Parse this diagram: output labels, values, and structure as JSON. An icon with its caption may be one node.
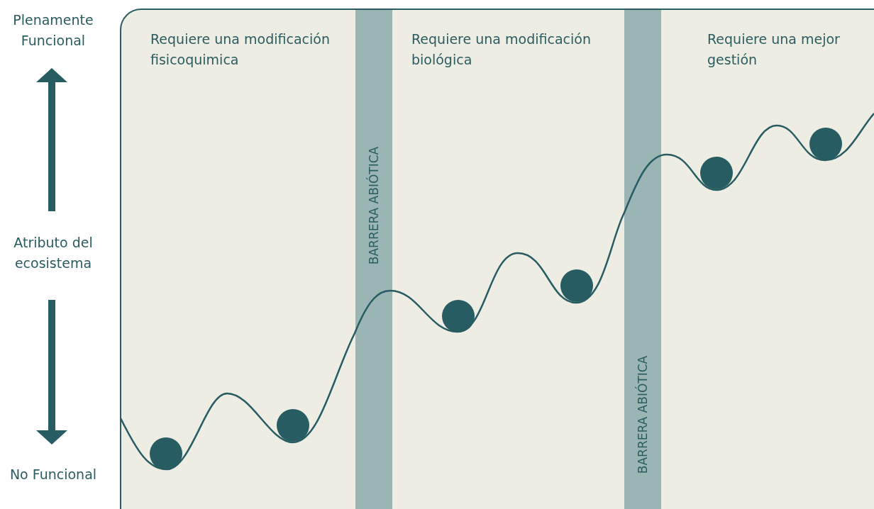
{
  "diagram": {
    "nodes": [
      {
        "text": [
          "BARRERA ABIÓTICA"
        ]
      },
      {
        "text": [
          "BARRERA ABIÓTICA"
        ]
      }
    ],
    "labels": [
      "Plenamente Funcional",
      "Requiere una modificación fisicoquimica",
      "Requiere una modificación biológica",
      "Requiere una mejor gestión",
      "Atributo del ecosistema",
      "No Funcional"
    ]
  }
}
